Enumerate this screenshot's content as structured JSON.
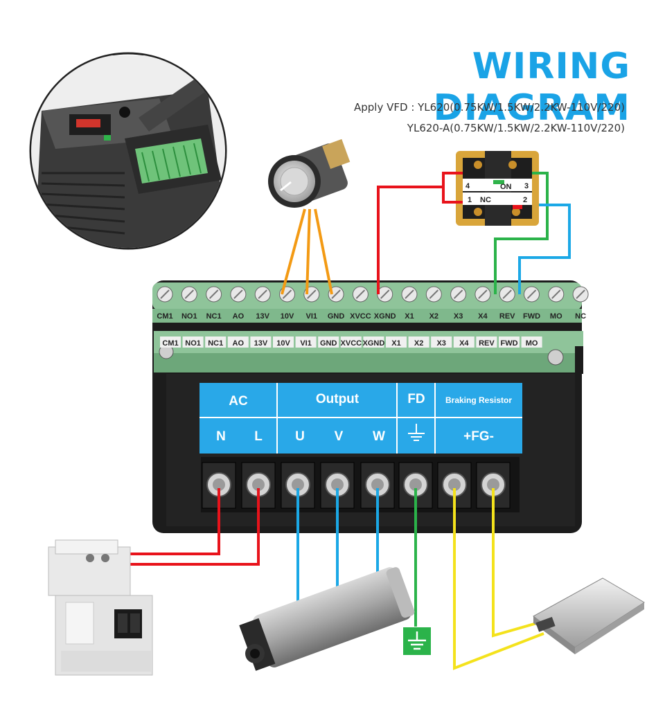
{
  "header": {
    "title": "WIRING DIAGRAM",
    "apply_line": "Apply VFD : YL620(0.75KW/1.5KW/2.2KW-110V/220)",
    "apply_line2": "YL620-A(0.75KW/1.5KW/2.2KW-110V/220)"
  },
  "control_terminals_top": [
    "CM1",
    "NO1",
    "NC1",
    "AO",
    "13V",
    "10V",
    "VI1",
    "GND",
    "XVCC",
    "XGND",
    "X1",
    "X2",
    "X3",
    "X4",
    "REV",
    "FWD",
    "MO",
    "NC"
  ],
  "control_terminals_bottom": [
    "CM1",
    "NO1",
    "NC1",
    "AO",
    "13V",
    "10V",
    "VI1",
    "GND",
    "XVCC",
    "XGND",
    "X1",
    "X2",
    "X3",
    "X4",
    "REV",
    "FWD",
    "MO"
  ],
  "power_panel": {
    "groups": [
      {
        "header": "AC",
        "terminals": [
          "N",
          "L"
        ]
      },
      {
        "header": "Output",
        "terminals": [
          "U",
          "V",
          "W"
        ]
      },
      {
        "header": "FD",
        "terminals": [
          "ground-symbol"
        ]
      },
      {
        "header": "Braking Resistor",
        "terminals": [
          "+FG-"
        ]
      }
    ]
  },
  "switch": {
    "labels": [
      "4",
      "ON",
      "3",
      "1",
      "NC",
      "2"
    ]
  },
  "colors": {
    "title": "#1aa3e6",
    "panel_blue": "#29a8e8",
    "wire_red": "#e8131b",
    "wire_orange": "#f39a14",
    "wire_green": "#2bb34a",
    "wire_blue": "#1ba8e6",
    "wire_yellow": "#f4e21c",
    "terminal_green": "#8fc49a"
  },
  "icons": [
    "vfd-photo",
    "potentiometer",
    "pushbutton-switch",
    "circuit-breaker",
    "spindle-motor",
    "ground-box-icon",
    "braking-resistor"
  ]
}
